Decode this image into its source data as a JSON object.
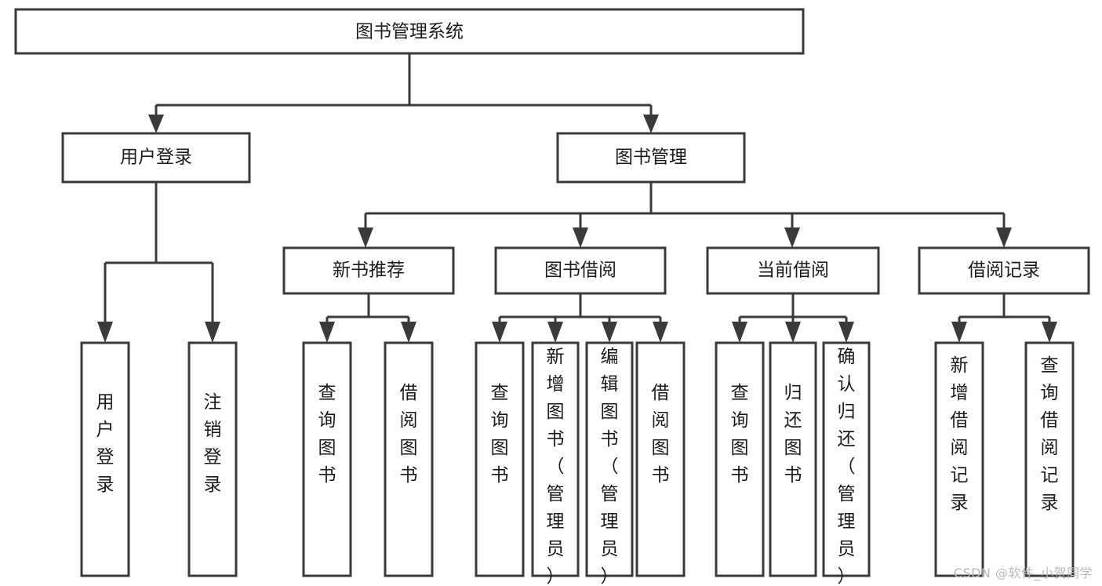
{
  "diagram": {
    "type": "tree-hierarchy",
    "title": "图书管理系统",
    "watermark": "CSDN @软件_小贺同学",
    "colors": {
      "box_stroke": "#3a3a3a",
      "box_fill": "#ffffff",
      "text": "#1b1b1b",
      "connector": "#3a3a3a",
      "watermark": "#b9b9b9",
      "background": "#ffffff"
    },
    "root": {
      "label": "图书管理系统"
    },
    "level2": [
      {
        "label": "用户登录"
      },
      {
        "label": "图书管理"
      }
    ],
    "level3": [
      {
        "label": "新书推荐"
      },
      {
        "label": "图书借阅"
      },
      {
        "label": "当前借阅"
      },
      {
        "label": "借阅记录"
      }
    ],
    "leaves": {
      "user_login": [
        {
          "label": "用户登录"
        },
        {
          "label": "注销登录"
        }
      ],
      "new_book": [
        {
          "label": "查询图书"
        },
        {
          "label": "借阅图书"
        }
      ],
      "borrow_book": [
        {
          "label": "查询图书"
        },
        {
          "label": "新增图书（管理员）"
        },
        {
          "label": "编辑图书（管理员）"
        },
        {
          "label": "借阅图书"
        }
      ],
      "current_borrow": [
        {
          "label": "查询图书"
        },
        {
          "label": "归还图书"
        },
        {
          "label": "确认归还（管理员）"
        }
      ],
      "borrow_record": [
        {
          "label": "新增借阅记录"
        },
        {
          "label": "查询借阅记录"
        }
      ]
    }
  }
}
